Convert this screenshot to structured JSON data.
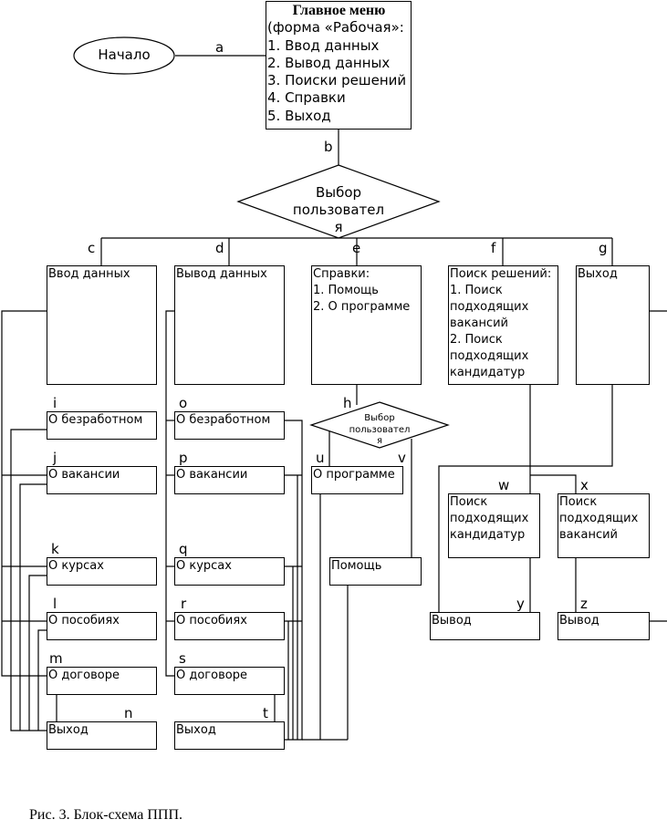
{
  "start": {
    "label": "Начало"
  },
  "main_menu": {
    "title": "Главное меню",
    "lines": [
      "(форма «Рабочая»:",
      "1. Ввод данных",
      "2. Вывод данных",
      "3. Поиски решений",
      "4. Справки",
      "5. Выход"
    ]
  },
  "decision_main": {
    "lines": [
      "Выбор",
      "пользовател",
      "я"
    ]
  },
  "decision_help": {
    "lines": [
      "Выбор",
      "пользовател",
      "я"
    ]
  },
  "blocks": {
    "input": {
      "lines": [
        "Ввод данных"
      ]
    },
    "output": {
      "lines": [
        "Вывод данных"
      ]
    },
    "help": {
      "lines": [
        "Справки:",
        "1. Помощь",
        "2. О программе"
      ]
    },
    "search": {
      "lines": [
        "Поиск решений:",
        "1. Поиск",
        "подходящих",
        "вакансий",
        "2. Поиск",
        "подходящих",
        "кандидатур"
      ]
    },
    "exit": {
      "lines": [
        "Выход"
      ]
    },
    "in_unemployed": "О безработном",
    "in_vacancy": "О вакансии",
    "in_courses": "О курсах",
    "in_benefits": "О пособиях",
    "in_contract": "О договоре",
    "in_exit": "Выход",
    "out_unemployed": "О безработном",
    "out_vacancy": "О вакансии",
    "out_courses": "О курсах",
    "out_benefits": "О пособиях",
    "out_contract": "О договоре",
    "out_exit": "Выход",
    "about": "О программе",
    "helpitem": "Помощь",
    "find_candidates": {
      "lines": [
        "Поиск",
        "подходящих",
        "кандидатур"
      ]
    },
    "find_vacancies": {
      "lines": [
        "Поиск",
        "подходящих",
        "вакансий"
      ]
    },
    "print1": "Вывод",
    "print2": "Вывод"
  },
  "edge_labels": {
    "a": "a",
    "b": "b",
    "c": "c",
    "d": "d",
    "e": "e",
    "f": "f",
    "g": "g",
    "h": "h",
    "i": "i",
    "j": "j",
    "k": "k",
    "l": "l",
    "m": "m",
    "n": "n",
    "o": "o",
    "p": "p",
    "q": "q",
    "r": "r",
    "s": "s",
    "t": "t",
    "u": "u",
    "v": "v",
    "w": "w",
    "x": "x",
    "y": "y",
    "z": "z"
  },
  "caption": "Рис. 3. Блок-схема ППП."
}
